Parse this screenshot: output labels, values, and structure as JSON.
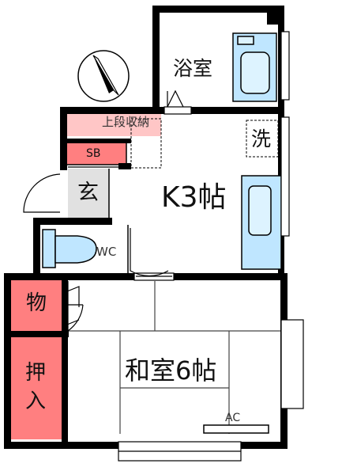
{
  "rooms": {
    "bath": "浴室",
    "kitchen": "K3帖",
    "washroom": "洗",
    "upper_storage": "上段収納",
    "shoe_box": "SB",
    "entrance": "玄",
    "toilet": "WC",
    "storage": "物",
    "closet_top": "押",
    "closet_bottom": "入",
    "washitsu": "和室6帖",
    "aircon": "AC"
  },
  "colors": {
    "wall": "#000000",
    "fixture_blue": "#bfe6ff",
    "fixture_light_blue": "#ddf3ff",
    "storage_red": "#ff7f80",
    "upper_storage_pink": "#ffc6c6",
    "entrance_gray": "#e1e1e1"
  },
  "compass": {
    "icon": "north-arrow-icon"
  }
}
